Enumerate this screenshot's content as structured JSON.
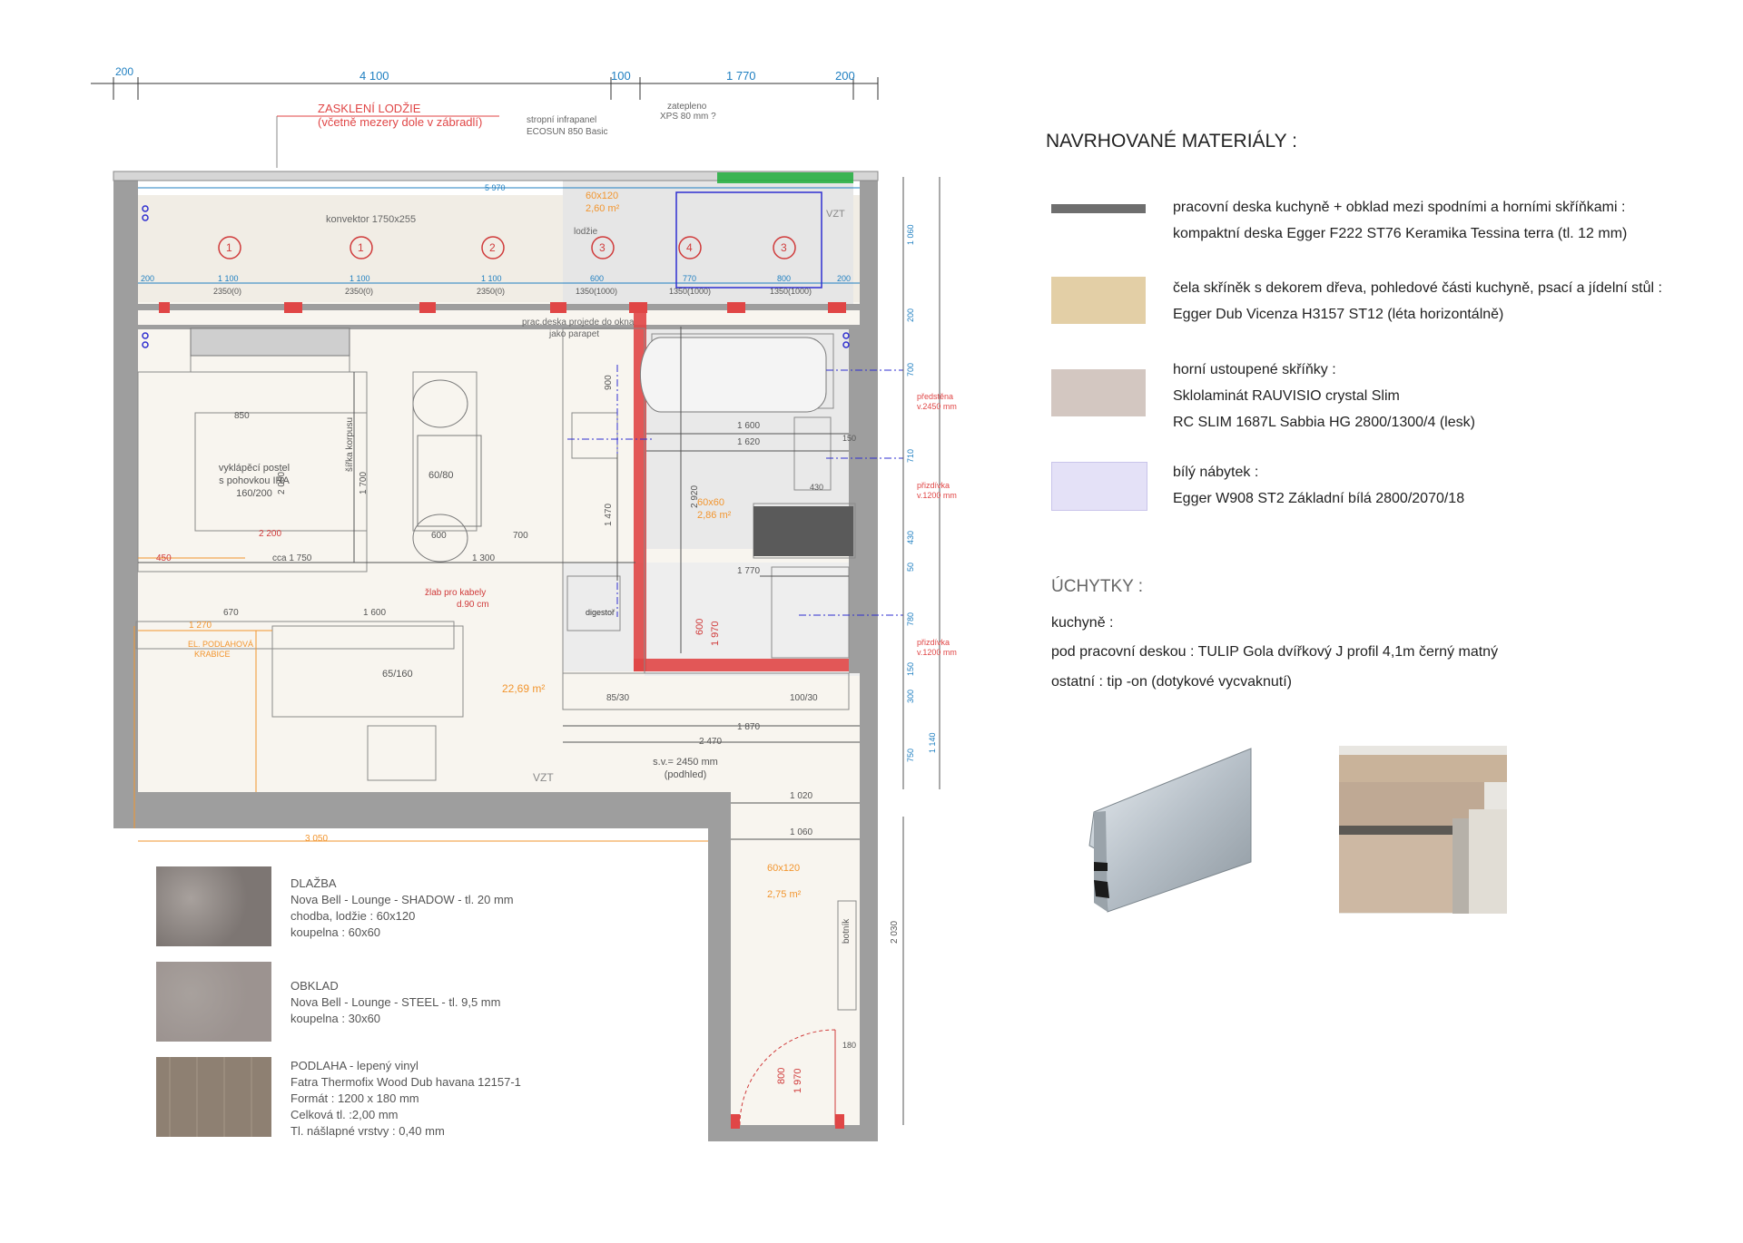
{
  "top_dimensions": [
    "200",
    "4 100",
    "100",
    "1 770",
    "200"
  ],
  "loggia_note": {
    "title": "ZASKLENÍ LODŽIE",
    "subtitle": "(včetně mezery dole v zábradlí)"
  },
  "heater_note": [
    "stropní infrapanel",
    "ECOSUN 850 Basic"
  ],
  "insulation_note": [
    "zatepleno",
    "XPS 80 mm ?"
  ],
  "plan_labels": {
    "convector": "konvektor 1750x255",
    "loggia": "lodžie",
    "loggia_tile": "60x120",
    "loggia_area": "2,60 m²",
    "worktop_note": [
      "prac.deska projede do okna",
      "jako parapet"
    ],
    "bed": [
      "vyklápěcí postel",
      "s pohovkou IRA",
      "160/200"
    ],
    "table": "60/80",
    "carcass_width": "šířka korpusu",
    "cable_channel": [
      "žlab pro kabely",
      "d.90 cm"
    ],
    "floor_box": [
      "EL. PODLAHOVÁ",
      "KRABICE"
    ],
    "desk": "65/160",
    "main_area": "22,69 m²",
    "bath_tile": "60x60",
    "bath_area": "2,86 m²",
    "hood": "digestoř",
    "ceiling_height": [
      "s.v.= 2450 mm",
      "(podhled)"
    ],
    "vzt": "VZT",
    "hall_tile": "60x120",
    "hall_area": "2,75 m²",
    "shoe_cabinet": "botník",
    "wall_front": [
      "předstěna",
      "v.2450 mm"
    ],
    "masonry": [
      "přizdívka",
      "v.1200 mm"
    ],
    "cabinet_85": "85/30",
    "cabinet_100": "100/30",
    "door_800": "800",
    "door_1970": "1 970",
    "door_600": "600",
    "window_codes": [
      "1",
      "1",
      "2",
      "3",
      "4",
      "3"
    ]
  },
  "plan_dims": {
    "loggia_width": "5 970",
    "window_row": [
      "200",
      "1 100",
      "1 100",
      "1 100",
      "600",
      "770",
      "800",
      "200"
    ],
    "window_sub": [
      "2350(0)",
      "2350(0)",
      "2350(0)",
      "1350(1000)",
      "1350(1000)",
      "1350(1000)"
    ],
    "bed_width": "850",
    "length_2200": "2 200",
    "cca_1750": "cca 1 750",
    "d_450": "450",
    "d_1300": "1 300",
    "d_600": "600",
    "d_700": "700",
    "d_670": "670",
    "d_1600": "1 600",
    "d_1270": "1 270",
    "d_3050": "3 050",
    "d_2470": "2 470",
    "d_1870": "1 870",
    "d_1020": "1 020",
    "d_1060": "1 060",
    "d_1620": "1 620",
    "d_1770": "1 770",
    "d_430": "430",
    "d_150": "150",
    "d_180": "180",
    "d_2060": "2 060",
    "d_1700": "1 700",
    "d_2920": "2 920",
    "d_1470": "1 470",
    "d_900": "900",
    "d_2030": "2 030",
    "right_side": [
      "1 060",
      "200",
      "700",
      "710",
      "430",
      "50",
      "780",
      "150",
      "300",
      "750",
      "1 140"
    ]
  },
  "materials_title": "NAVRHOVANÉ MATERIÁLY :",
  "materials": [
    {
      "color": "#6e6e6e",
      "lines": [
        "pracovní deska kuchyně + obklad mezi spodními a horními skříňkami :",
        "kompaktní deska Egger F222 ST76 Keramika Tessina terra (tl. 12 mm)"
      ]
    },
    {
      "color": "#e3cfa6",
      "lines": [
        "čela skříněk s dekorem dřeva, pohledové části kuchyně, psací a jídelní stůl :",
        "Egger Dub Vicenza H3157 ST12  (léta horizontálně)"
      ]
    },
    {
      "color": "#d3c7c1",
      "lines": [
        "horní ustoupené skříňky :",
        "Sklolaminát RAUVISIO crystal Slim",
        "RC SLIM 1687L Sabbia HG 2800/1300/4 (lesk)"
      ]
    },
    {
      "color": "#e4e1f7",
      "lines": [
        "bílý nábytek :",
        "Egger  W908 ST2 Základní bílá 2800/2070/18"
      ]
    }
  ],
  "handles_title": "ÚCHYTKY :",
  "handles": [
    "kuchyně  :",
    "pod pracovní  deskou : TULIP Gola dvířkový J profil 4,1m černý matný",
    "ostatní :  tip -on (dotykové vycvaknutí)"
  ],
  "samples": [
    {
      "color": "#7d7673",
      "lines": [
        "DLAŽBA",
        "Nova Bell - Lounge - SHADOW - tl. 20 mm",
        "chodba, lodžie : 60x120",
        "koupelna : 60x60"
      ]
    },
    {
      "color": "#9c9390",
      "lines": [
        "OBKLAD",
        "Nova Bell - Lounge - STEEL - tl. 9,5 mm",
        "koupelna : 30x60"
      ]
    },
    {
      "color": "#8e8072",
      "lines": [
        "PODLAHA - lepený vinyl",
        "Fatra Thermofix Wood Dub havana 12157-1",
        "Formát :     1200 x 180 mm",
        "Celková tl. :2,00 mm",
        "Tl. nášlapné vrstvy :      0,40 mm"
      ]
    }
  ],
  "colors": {
    "wall": "#9e9e9e",
    "floor": "#f8f5ef",
    "red": "#e04646",
    "dim": "#1f7fc1",
    "orange": "#f2952e"
  }
}
